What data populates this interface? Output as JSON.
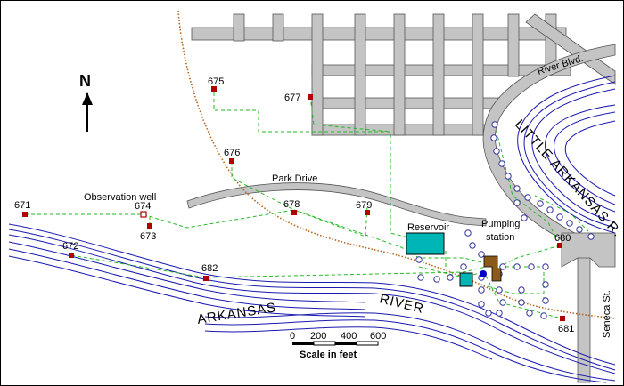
{
  "map": {
    "north_label": "N",
    "street_labels": {
      "river_blvd": "River Blvd.",
      "park_drive": "Park Drive",
      "seneca_st": "Seneca St."
    },
    "river_labels": {
      "little_arkansas": "LITTLE ARKANSAS R.",
      "arkansas": "ARKANSAS",
      "river": "RIVER"
    },
    "facility_labels": {
      "reservoir": "Reservoir",
      "pumping": "Pumping",
      "station": "station",
      "observation_well": "Observation well"
    },
    "wells": [
      "671",
      "672",
      "673",
      "674",
      "675",
      "676",
      "677",
      "678",
      "679",
      "680",
      "681",
      "682"
    ],
    "scale": {
      "ticks": [
        "0",
        "200",
        "400",
        "600"
      ],
      "title": "Scale in feet"
    },
    "colors": {
      "road": "#c4c4c4",
      "river_line": "#1a1ab0",
      "well": "#b00000",
      "pipeline": "#22bb22",
      "railroad": "#b5651d",
      "reservoir": "#00b5b5",
      "pump_building": "#8b5a1a"
    }
  }
}
